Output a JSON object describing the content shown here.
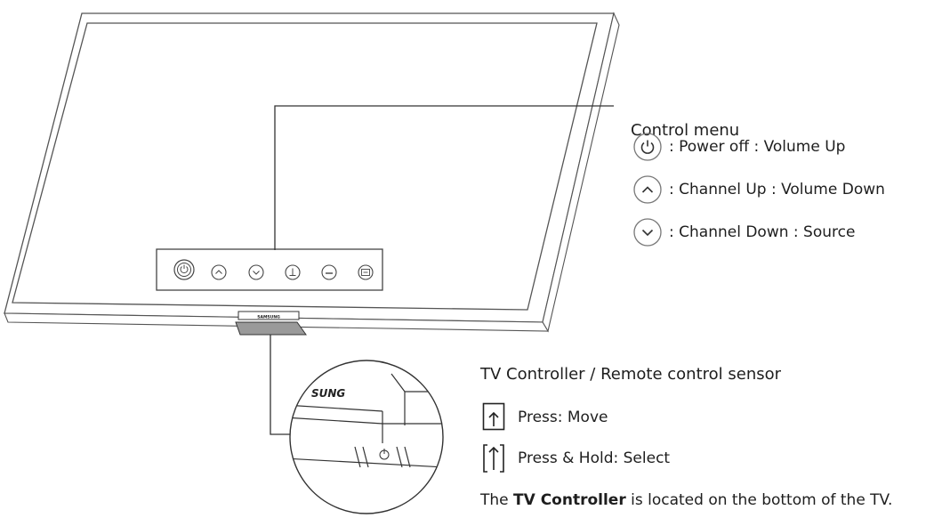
{
  "control_menu": {
    "title": "Control menu",
    "rows": [
      {
        "icon": "power-icon",
        "text": ": Power off : Volume Up"
      },
      {
        "icon": "chevron-up-icon",
        "text": ": Channel Up : Volume Down"
      },
      {
        "icon": "chevron-down-icon",
        "text": ": Channel Down : Source"
      }
    ]
  },
  "controller": {
    "title": "TV Controller / Remote control sensor",
    "press": "Press: Move",
    "hold": "Press & Hold: Select"
  },
  "note": {
    "prefix": "The ",
    "bold": "TV Controller",
    "suffix": " is located on the bottom of the TV."
  },
  "tv": {
    "logo": "SAMSUNG",
    "zoom_logo": "SUNG",
    "panel_buttons": [
      "power-icon",
      "chevron-up-icon",
      "chevron-down-icon",
      "input-icon",
      "minus-icon",
      "source-icon"
    ]
  }
}
